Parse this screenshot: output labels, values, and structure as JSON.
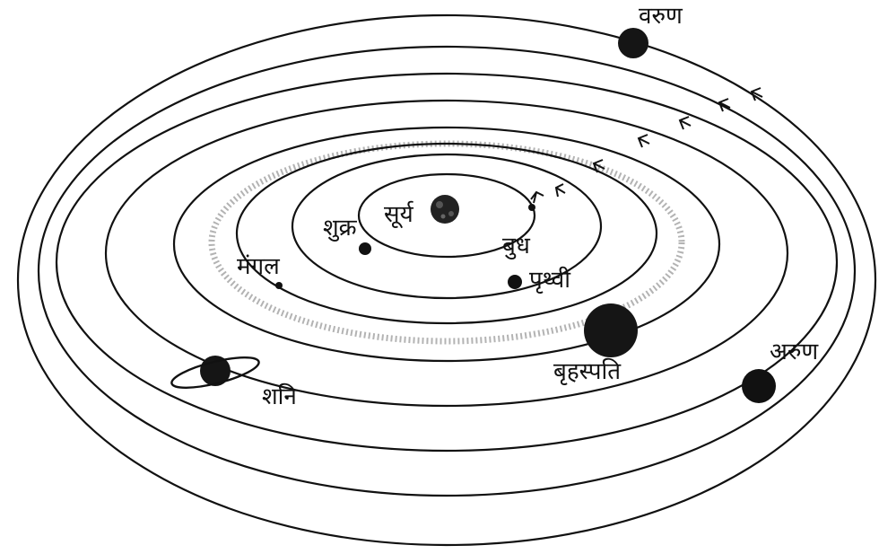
{
  "labels": {
    "sun": "सूर्य",
    "mercury": "बुध",
    "venus": "शुक्र",
    "earth": "पृथ्वी",
    "mars": "मंगल",
    "jupiter": "बृहस्पति",
    "saturn": "शनि",
    "uranus": "अरुण",
    "neptune": "वरुण"
  },
  "colors": {
    "ink": "#111111",
    "belt": "#9a9a9a",
    "background": "#ffffff"
  }
}
